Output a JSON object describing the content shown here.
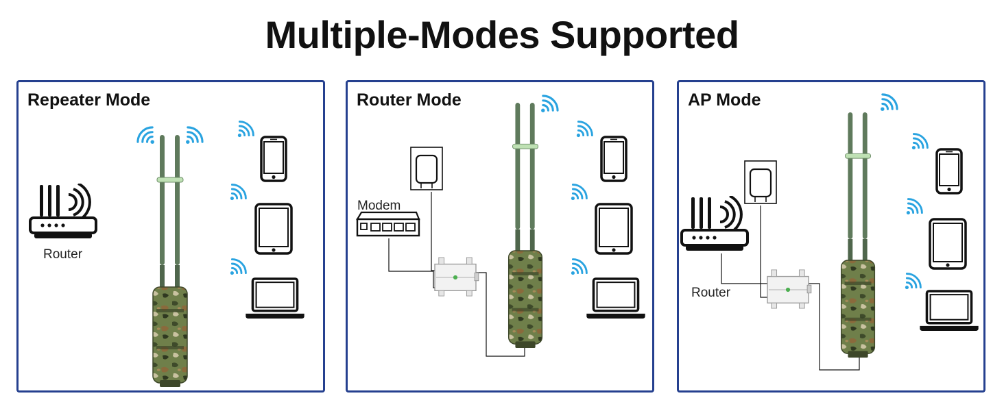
{
  "title": "Multiple-Modes Supported",
  "colors": {
    "border": "#25408f",
    "wifi": "#29a3e0",
    "antenna": "#5f7a5c",
    "camo": "#5a6b3a"
  },
  "panels": [
    {
      "title": "Repeater Mode",
      "labels": {
        "router": "Router"
      }
    },
    {
      "title": "Router Mode",
      "labels": {
        "modem": "Modem"
      }
    },
    {
      "title": "AP Mode",
      "labels": {
        "router": "Router"
      }
    }
  ]
}
